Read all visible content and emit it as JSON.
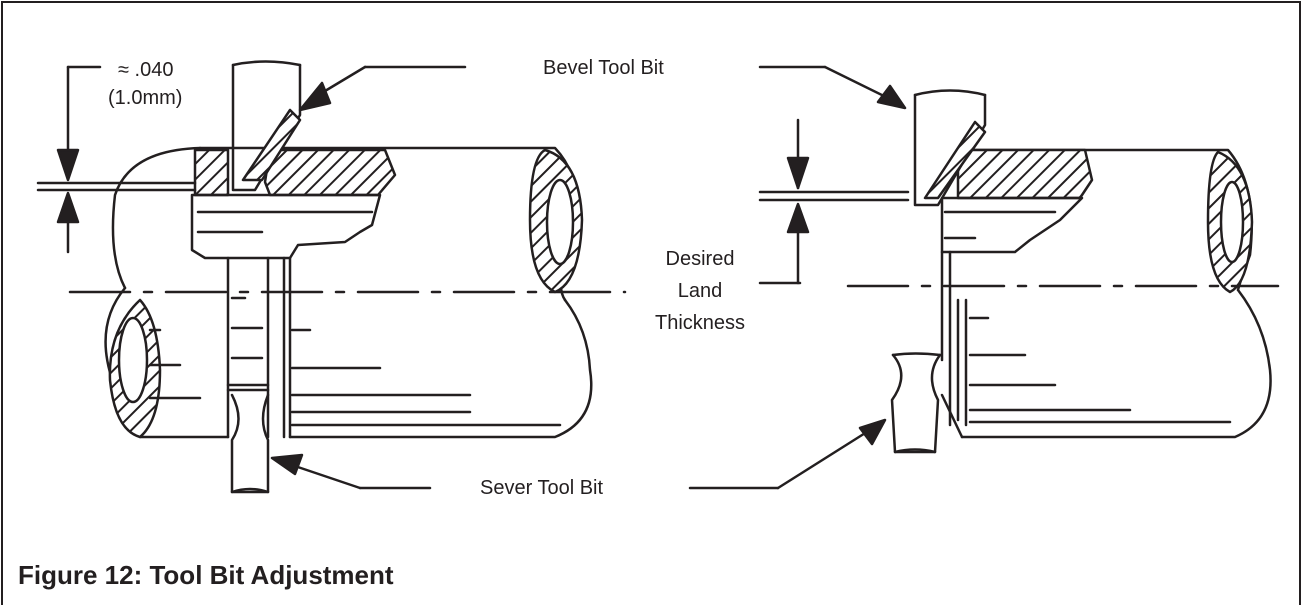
{
  "labels": {
    "dim_value": "≈ .040",
    "dim_metric": "(1.0mm)",
    "bevel": "Bevel Tool Bit",
    "land_line1": "Desired",
    "land_line2": "Land",
    "land_line3": "Thickness",
    "sever": "Sever Tool Bit"
  },
  "caption": "Figure 12: Tool Bit Adjustment",
  "colors": {
    "ink": "#231f20",
    "background": "#ffffff"
  }
}
